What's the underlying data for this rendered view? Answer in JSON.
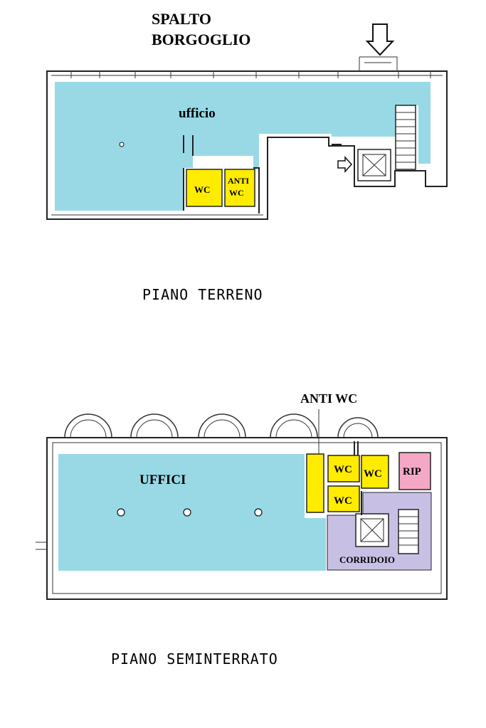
{
  "street": {
    "line1": "SPALTO",
    "line2": "BORGOGLIO"
  },
  "ground_floor": {
    "title": "PIANO TERRENO",
    "rooms": {
      "office": "ufficio",
      "wc": "WC",
      "anti_wc_1": "ANTI",
      "anti_wc_2": "WC"
    }
  },
  "basement": {
    "title": "PIANO SEMINTERRATO",
    "anti_wc": "ANTI WC",
    "rooms": {
      "offices": "UFFICI",
      "wc_a": "WC",
      "wc_b": "WC",
      "wc_c": "WC",
      "rip": "RIP",
      "corridor": "CORRIDOIO"
    }
  },
  "colors": {
    "office": "#99d9e6",
    "wc": "#ffec00",
    "corridor": "#c8c0e4",
    "rip": "#f5a8c6",
    "wall": "#222222"
  }
}
